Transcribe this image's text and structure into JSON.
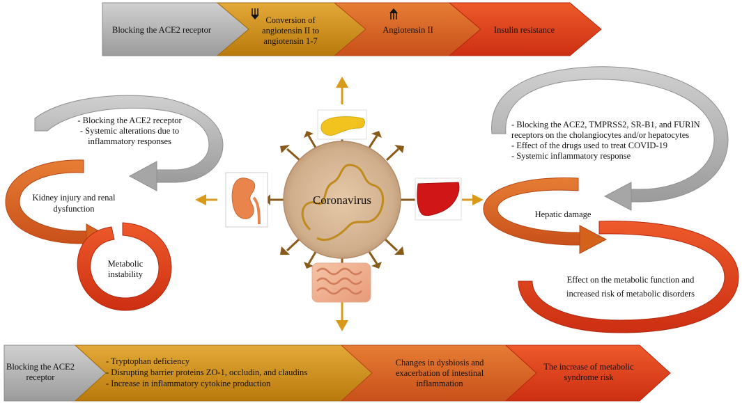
{
  "top_chain": [
    "Blocking  the ACE2 receptor",
    "Conversion of angiotensin  II to angiotensin  1-7",
    "Angiotensin  II",
    "Insulin  resistance"
  ],
  "bottom_chain": {
    "first": "Blocking  the ACE2 receptor",
    "bullets": [
      "- Tryptophan  deficiency",
      "- Disrupting  barrier proteins  ZO-1, occludin,  and claudins",
      "- Increase  in inflammatory  cytokine  production"
    ],
    "third": "Changes  in dysbiosis  and exacerbation  of intestinal inflammation",
    "fourth": "The increase  of metabolic  syndrome  risk"
  },
  "center_label": "Coronavirus",
  "kidney_cycle": {
    "bullets": [
      "- Blocking  the ACE2 receptor",
      "- Systemic alterations  due to inflammatory  responses"
    ],
    "injury": "Kidney  injury  and renal  dysfunction",
    "metabolic": "Metabolic instability"
  },
  "liver_cycle": {
    "bullets": [
      "- Blocking  the ACE2, TMPRSS2, SR-B1, and FURIN receptors on the cholangiocytes  and/or hepatocytes",
      "- Effect  of the drugs used to treat COVID-19",
      "- Systemic  inflammatory  response"
    ],
    "damage": "Hepatic  damage",
    "effect": "Effect  on the metabolic  function  and increased  risk  of metabolic  disorders"
  },
  "icons": [
    "down-arrow-icon",
    "up-arrow-icon",
    "pancreas-icon",
    "kidney-icon",
    "liver-icon",
    "intestine-icon"
  ],
  "colors": {
    "gray": "#a6a6a6",
    "gold": "#c98a12",
    "orange": "#d5621b",
    "red": "#d63a17",
    "arrow": "#d99a1c"
  }
}
